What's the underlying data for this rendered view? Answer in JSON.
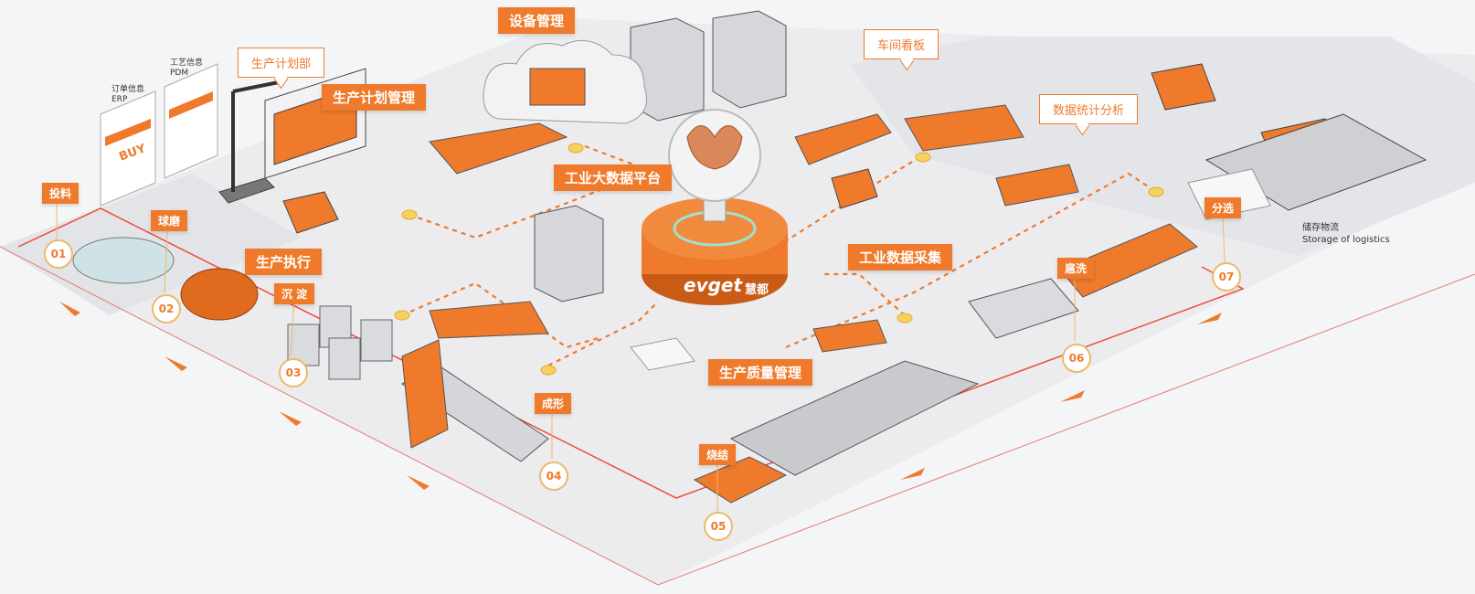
{
  "colors": {
    "accent": "#ef7a2c",
    "accent_dark": "#c85c17",
    "floor": "#e9eaec",
    "line": "#ef4a3a",
    "gold": "#ecb96a"
  },
  "tags": {
    "equipment": "设备管理",
    "plan_mgmt": "生产计划管理",
    "big_data": "工业大数据平台",
    "execution": "生产执行",
    "data_collect": "工业数据采集",
    "quality": "生产质量管理"
  },
  "callouts": {
    "plan_dept": "生产计划部",
    "workshop_board": "车间看板",
    "stats": "数据统计分析"
  },
  "docs": {
    "erp_cn": "订单信息",
    "erp_en": "ERP",
    "pdm_cn": "工艺信息",
    "pdm_en": "PDM",
    "buy": "BUY"
  },
  "steps": [
    {
      "num": "01",
      "label": "投料"
    },
    {
      "num": "02",
      "label": "球磨"
    },
    {
      "num": "03",
      "label": "沉 淀"
    },
    {
      "num": "04",
      "label": "成形"
    },
    {
      "num": "05",
      "label": "烧结"
    },
    {
      "num": "06",
      "label": "扈洗"
    },
    {
      "num": "07",
      "label": "分选"
    }
  ],
  "storage": {
    "cn": "储存物流",
    "en": "Storage of logistics"
  },
  "brand": {
    "name": "evget",
    "cn": "慧都"
  }
}
